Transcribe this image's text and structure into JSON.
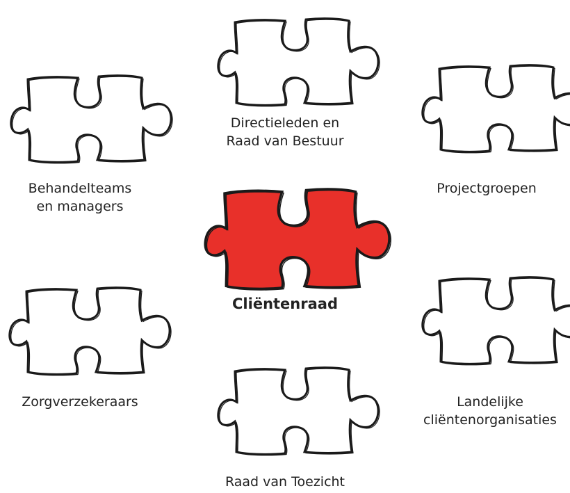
{
  "diagram": {
    "nodes": [
      {
        "id": "top",
        "label": "Directieleden en\nRaad van Bestuur"
      },
      {
        "id": "left",
        "label": "Behandelteams\nen managers"
      },
      {
        "id": "right",
        "label": "Projectgroepen"
      },
      {
        "id": "center",
        "label": "Cliëntenraad"
      },
      {
        "id": "left2",
        "label": "Zorgverzekeraars"
      },
      {
        "id": "right2",
        "label": "Landelijke\ncliëntenorganisaties"
      },
      {
        "id": "bottom",
        "label": "Raad van Toezicht"
      }
    ],
    "colors": {
      "center_fill": "#e8302a",
      "outline": "#1a1a1a",
      "outer_fill": "#ffffff"
    }
  }
}
